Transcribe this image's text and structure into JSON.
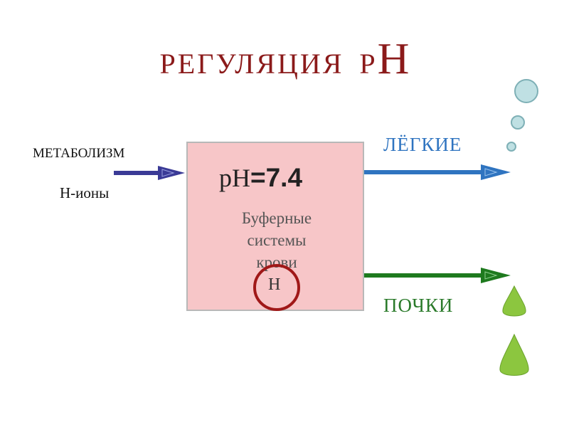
{
  "title": {
    "main": "РЕГУЛЯЦИЯ",
    "p": "Р",
    "h": "Н"
  },
  "inputs": {
    "metabolism": "МЕТАБОЛИЗМ",
    "h_ions": "Н-ионы"
  },
  "box": {
    "ph_label": "рН",
    "ph_value": "=7.4",
    "line1": "Буферные",
    "line2": "системы",
    "line3": "крови",
    "h_circle": "Н"
  },
  "outputs": {
    "lungs": "ЛЁГКИЕ",
    "kidneys": "ПОЧКИ"
  },
  "colors": {
    "title": "#8b1a1a",
    "input_arrow": "#3a3a96",
    "lungs_arrow": "#2f74c0",
    "kidneys_arrow": "#1e7a1e",
    "box_fill": "#f7c6c8",
    "circle": "#a01818",
    "bubble": "#bfe0e3",
    "drop": "#8cc63f"
  }
}
